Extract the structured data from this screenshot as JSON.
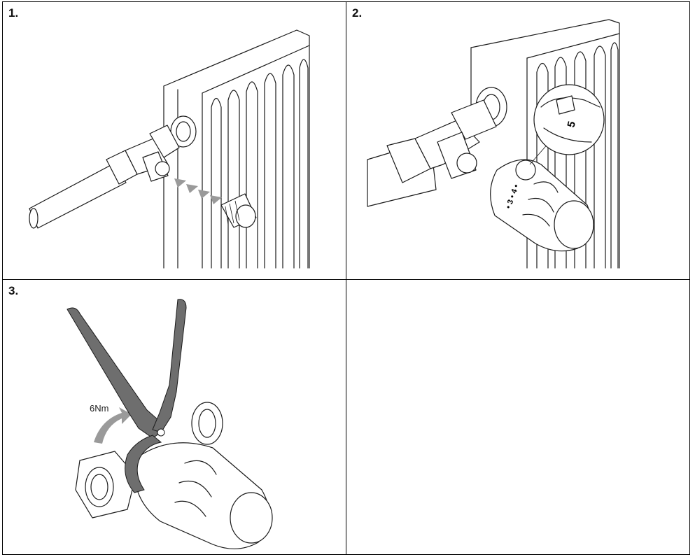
{
  "steps": [
    {
      "label": "1."
    },
    {
      "label": "2."
    },
    {
      "label": "3."
    }
  ],
  "step2": {
    "zoom_label": "5",
    "dial_marks": "• 3 • 4 •"
  },
  "step3": {
    "torque_label": "6Nm"
  },
  "colors": {
    "line": "#1a1a1a",
    "arrow_grey": "#9a9a9a",
    "wrench_grey": "#6e6e6e"
  }
}
